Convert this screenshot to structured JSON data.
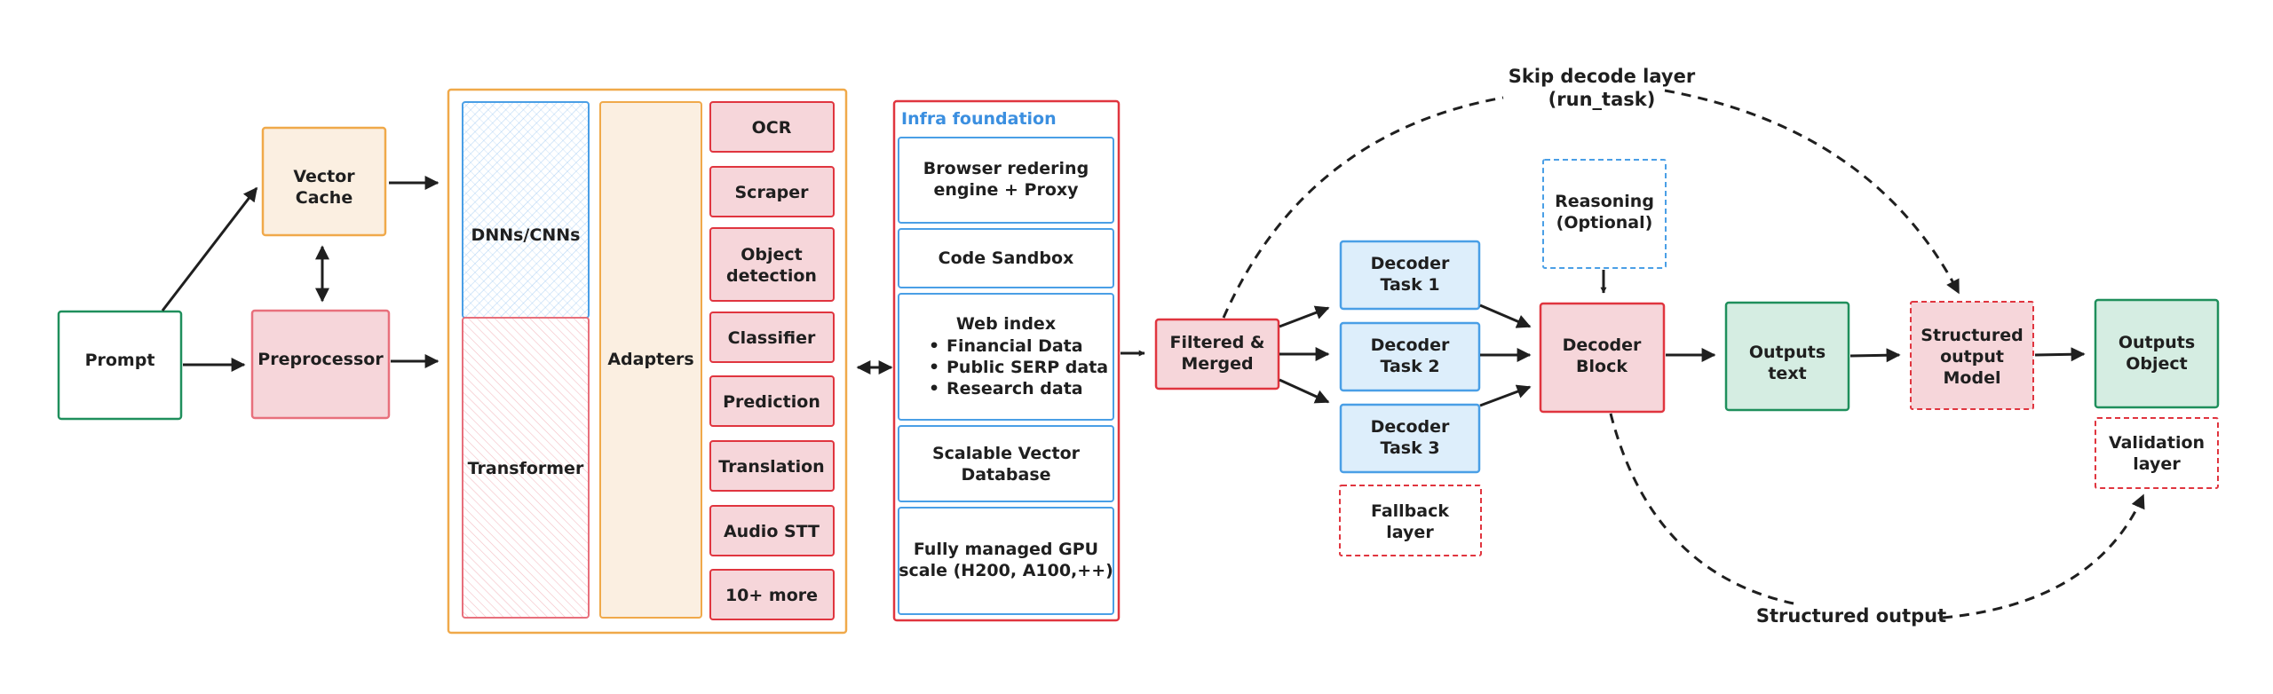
{
  "nodes": {
    "prompt": [
      "Prompt"
    ],
    "vector_cache": [
      "Vector",
      "Cache"
    ],
    "preprocessor": [
      "Preprocessor"
    ],
    "dnns": [
      "DNNs/CNNs"
    ],
    "transformer": [
      "Transformer"
    ],
    "adapters": [
      "Adapters"
    ],
    "tools": [
      [
        "OCR"
      ],
      [
        "Scraper"
      ],
      [
        "Object",
        "detection"
      ],
      [
        "Classifier"
      ],
      [
        "Prediction"
      ],
      [
        "Translation"
      ],
      [
        "Audio STT"
      ],
      [
        "10+ more"
      ]
    ],
    "infra_title": "Infra foundation",
    "infra_browser": [
      "Browser redering",
      "engine + Proxy"
    ],
    "infra_sandbox": [
      "Code Sandbox"
    ],
    "infra_web_index": {
      "title": "Web index",
      "items": [
        "Financial Data",
        "Public SERP data",
        "Research data"
      ],
      "bullet": "•"
    },
    "infra_vector_db": [
      "Scalable Vector",
      "Database"
    ],
    "infra_gpu": [
      "Fully managed GPU",
      "scale (H200, A100,++)"
    ],
    "filtered_merged": [
      "Filtered &",
      "Merged"
    ],
    "decoder_tasks": [
      [
        "Decoder",
        "Task 1"
      ],
      [
        "Decoder",
        "Task 2"
      ],
      [
        "Decoder",
        "Task 3"
      ]
    ],
    "fallback": [
      "Fallback",
      "layer"
    ],
    "reasoning": [
      "Reasoning",
      "(Optional)"
    ],
    "decoder_block": [
      "Decoder",
      "Block"
    ],
    "outputs_text": [
      "Outputs",
      "text"
    ],
    "structured_model": [
      "Structured",
      "output",
      "Model"
    ],
    "outputs_object": [
      "Outputs",
      "Object"
    ],
    "validation": [
      "Validation",
      "layer"
    ],
    "skip_decode": [
      "Skip decode layer",
      "(run_task)"
    ],
    "structured_output": [
      "Structured output"
    ]
  },
  "colors": {
    "green_border": "#1f8f5c",
    "green_fill": "#d5ede2",
    "orange_border": "#f0a94a",
    "orange_fill": "#fbefe1",
    "red_border": "#e0353f",
    "red_fill": "#f6d6da",
    "blue_border": "#4a9fe6",
    "blue_fill": "#ddeefb",
    "text": "#1f1f1f",
    "infra_title": "#3b8fe0"
  }
}
